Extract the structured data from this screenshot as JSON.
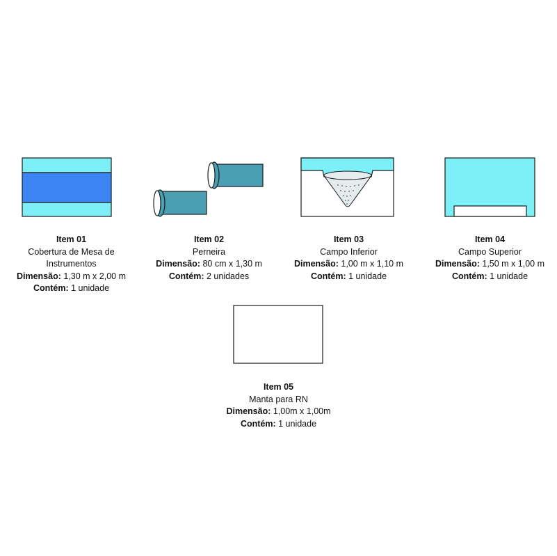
{
  "colors": {
    "light_cyan": "#7df0f7",
    "blue": "#3d85f2",
    "teal": "#4b9fb4",
    "outline": "#1a1a1a",
    "drape_gray": "#e6ebee"
  },
  "items": [
    {
      "title": "Item 01",
      "desc_lines": [
        "Cobertura de Mesa de",
        "Instrumentos"
      ],
      "dim_label": "Dimensão:",
      "dim_value": " 1,30 m x 2,00 m",
      "cont_label": "Contém:",
      "cont_value": " 1 unidade"
    },
    {
      "title": "Item 02",
      "desc_lines": [
        "Perneira"
      ],
      "dim_label": "Dimensão:",
      "dim_value": " 80 cm x 1,30 m",
      "cont_label": "Contém:",
      "cont_value": " 2 unidades"
    },
    {
      "title": "Item 03",
      "desc_lines": [
        "Campo Inferior"
      ],
      "dim_label": "Dimensão:",
      "dim_value": " 1,00 m x 1,10 m",
      "cont_label": "Contém:",
      "cont_value": " 1 unidade"
    },
    {
      "title": "Item 04",
      "desc_lines": [
        "Campo Superior"
      ],
      "dim_label": "Dimensão:",
      "dim_value": " 1,50 m x 1,00 m",
      "cont_label": "Contém:",
      "cont_value": " 1 unidade"
    },
    {
      "title": "Item 05",
      "desc_lines": [
        "Manta para RN"
      ],
      "dim_label": "Dimensão:",
      "dim_value": " 1,00m x 1,00m",
      "cont_label": "Contém:",
      "cont_value": " 1 unidade"
    }
  ]
}
